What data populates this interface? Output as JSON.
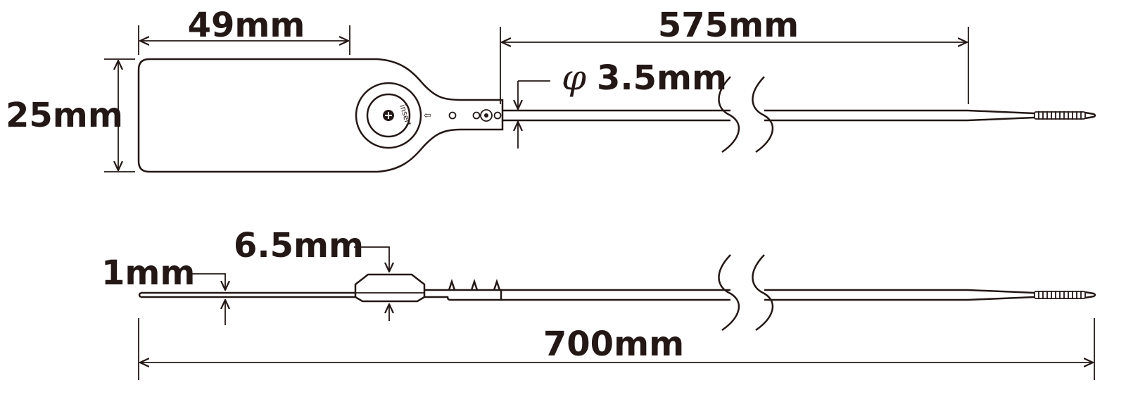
{
  "dimensions": {
    "tag_width": "49mm",
    "tag_height": "25mm",
    "strap_length": "575mm",
    "strap_diameter_symbol": "φ",
    "strap_diameter_value": "3.5mm",
    "head_thickness": "6.5mm",
    "tag_thickness": "1mm",
    "total_length": "700mm"
  },
  "tag": {
    "insert_text": "insert",
    "arrow_glyph": "⇦"
  },
  "colors": {
    "ink": "#231815",
    "background": "#ffffff"
  }
}
